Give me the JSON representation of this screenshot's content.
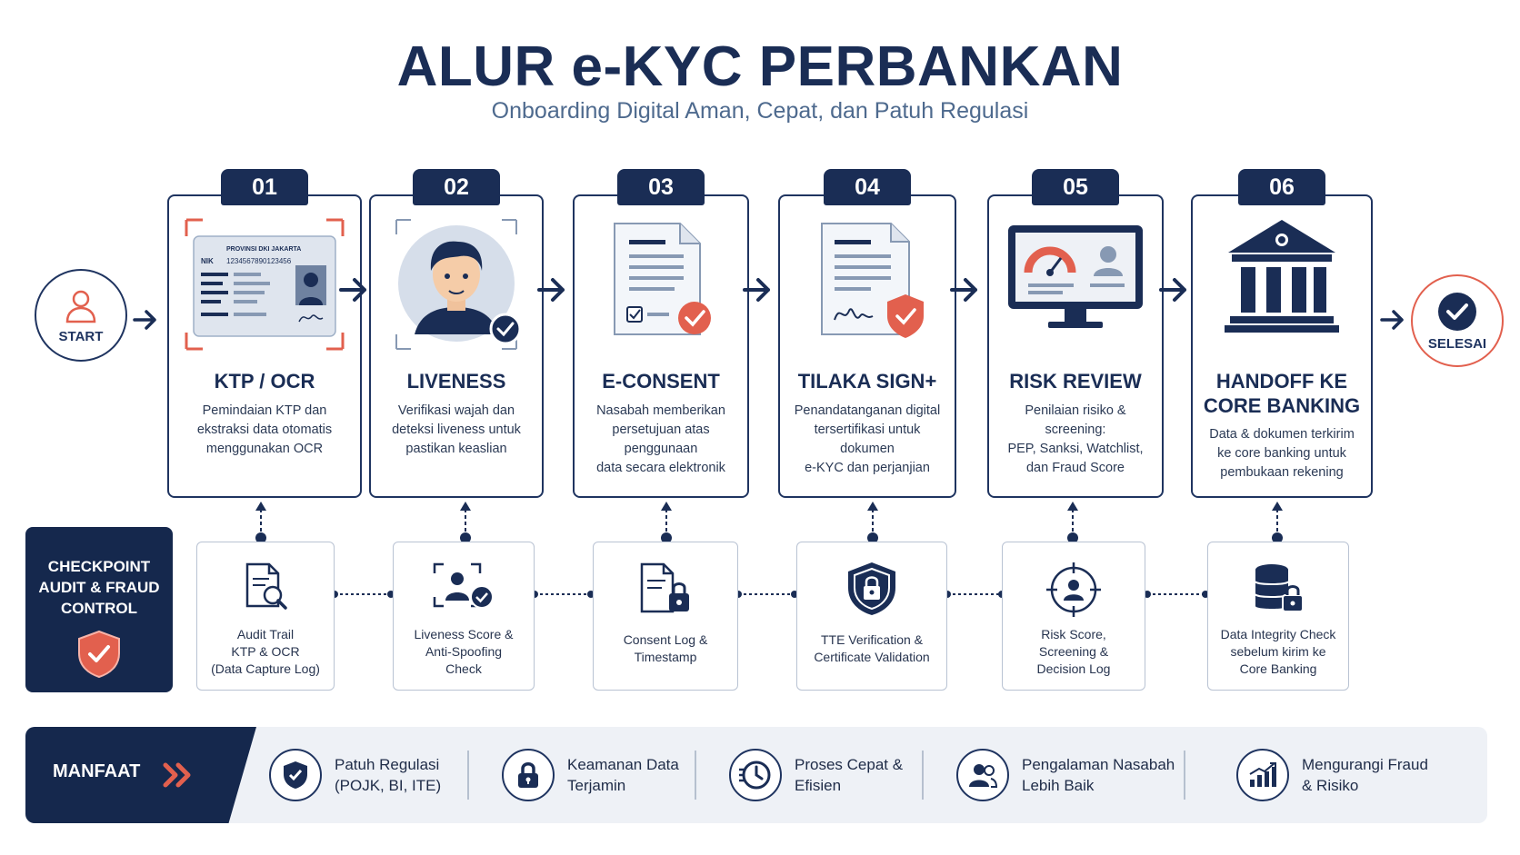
{
  "header": {
    "title": "ALUR e-KYC PERBANKAN",
    "subtitle": "Onboarding Digital Aman, Cepat, dan Patuh Regulasi"
  },
  "start": {
    "label": "START"
  },
  "end": {
    "label": "SELESAI"
  },
  "steps": [
    {
      "number": "01",
      "title": "KTP / OCR",
      "desc": [
        "Pemindaian KTP dan",
        "ekstraksi data otomatis",
        "menggunakan OCR"
      ],
      "card": {
        "province": "PROVINSI DKI JAKARTA",
        "nik_label": "NIK",
        "nik_value": "1234567890123456"
      }
    },
    {
      "number": "02",
      "title": "LIVENESS",
      "desc": [
        "Verifikasi wajah dan",
        "deteksi liveness untuk",
        "pastikan keaslian"
      ]
    },
    {
      "number": "03",
      "title": "E-CONSENT",
      "desc": [
        "Nasabah memberikan",
        "persetujuan atas penggunaan",
        "data secara elektronik"
      ]
    },
    {
      "number": "04",
      "title": "TILAKA SIGN+",
      "desc": [
        "Penandatanganan digital",
        "tersertifikasi untuk dokumen",
        "e-KYC dan perjanjian"
      ]
    },
    {
      "number": "05",
      "title": "RISK REVIEW",
      "desc": [
        "Penilaian risiko & screening:",
        "PEP, Sanksi, Watchlist,",
        "dan Fraud Score"
      ]
    },
    {
      "number": "06",
      "title": [
        "HANDOFF KE",
        "CORE BANKING"
      ],
      "desc": [
        "Data & dokumen terkirim",
        "ke core banking untuk",
        "pembukaan rekening"
      ]
    }
  ],
  "checkpoint": {
    "title": [
      "CHECKPOINT",
      "AUDIT & FRAUD",
      "CONTROL"
    ]
  },
  "audits": [
    {
      "text": [
        "Audit Trail",
        "KTP & OCR",
        "(Data Capture Log)"
      ],
      "icon": "document-search-icon"
    },
    {
      "text": [
        "Liveness Score &",
        "Anti-Spoofing",
        "Check"
      ],
      "icon": "face-scan-check-icon"
    },
    {
      "text": [
        "Consent Log &",
        "Timestamp"
      ],
      "icon": "document-lock-icon"
    },
    {
      "text": [
        "TTE Verification &",
        "Certificate Validation"
      ],
      "icon": "shield-lock-icon"
    },
    {
      "text": [
        "Risk Score,",
        "Screening &",
        "Decision Log"
      ],
      "icon": "target-user-icon"
    },
    {
      "text": [
        "Data Integrity Check",
        "sebelum kirim ke",
        "Core Banking"
      ],
      "icon": "database-lock-icon"
    }
  ],
  "benefits": {
    "label": "MANFAAT",
    "items": [
      {
        "text": [
          "Patuh Regulasi",
          "(POJK, BI, ITE)"
        ],
        "icon": "shield-check-icon"
      },
      {
        "text": [
          "Keamanan Data",
          "Terjamin"
        ],
        "icon": "lock-icon"
      },
      {
        "text": [
          "Proses Cepat &",
          "Efisien"
        ],
        "icon": "clock-icon"
      },
      {
        "text": [
          "Pengalaman Nasabah",
          "Lebih Baik"
        ],
        "icon": "users-icon"
      },
      {
        "text": [
          "Mengurangi Fraud",
          "& Risiko"
        ],
        "icon": "chart-growth-icon"
      }
    ]
  },
  "colors": {
    "navy": "#1a2d55",
    "accent": "#e2604e",
    "light": "#eef1f6"
  }
}
